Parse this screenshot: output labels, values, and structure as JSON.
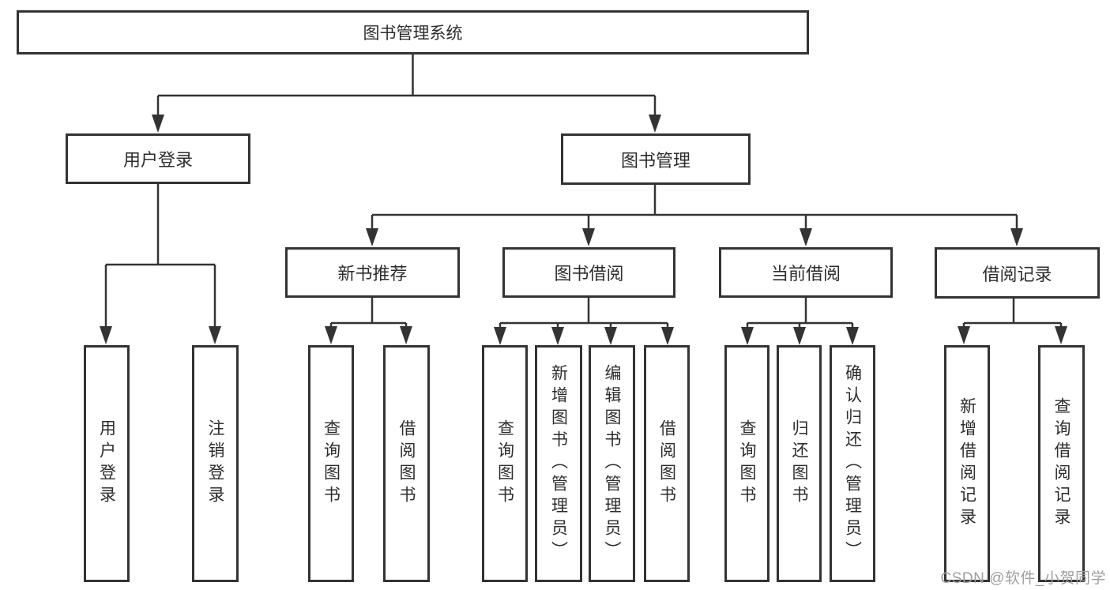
{
  "colors": {
    "line": "#333333",
    "box_border": "#333333",
    "text": "#2d2d2d",
    "watermark": "#9f9f9f",
    "background": "#ffffff"
  },
  "diagram": {
    "root": "图书管理系统",
    "branches": [
      {
        "label": "用户登录",
        "leaves": [
          "用户登录",
          "注销登录"
        ]
      },
      {
        "label": "图书管理",
        "subbranches": [
          {
            "label": "新书推荐",
            "leaves": [
              "查询图书",
              "借阅图书"
            ]
          },
          {
            "label": "图书借阅",
            "leaves": [
              "查询图书",
              "新增图书（管理员）",
              "编辑图书（管理员）",
              "借阅图书"
            ]
          },
          {
            "label": "当前借阅",
            "leaves": [
              "查询图书",
              "归还图书",
              "确认归还（管理员）"
            ]
          },
          {
            "label": "借阅记录",
            "leaves": [
              "新增借阅记录",
              "查询借阅记录"
            ]
          }
        ]
      }
    ]
  },
  "watermark": {
    "text": "CSDN @软件_小贺同学"
  }
}
